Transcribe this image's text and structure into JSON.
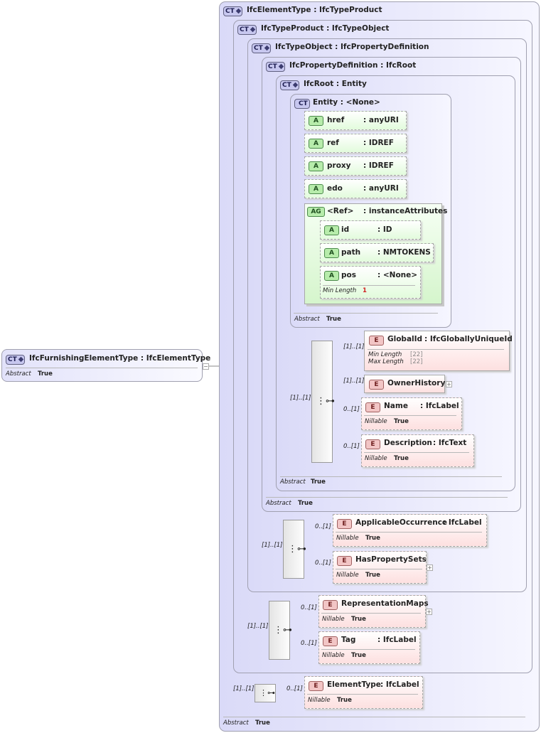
{
  "root": {
    "badge": "CT",
    "label": "IfcFurnishingElementType : IfcElementType",
    "abstract_label": "Abstract",
    "abstract_value": "True",
    "collapse": "−"
  },
  "types": [
    {
      "badge": "CT",
      "label": "IfcElementType : IfcTypeProduct",
      "abstract_label": "Abstract",
      "abstract_value": "True"
    },
    {
      "badge": "CT",
      "label": "IfcTypeProduct : IfcTypeObject"
    },
    {
      "badge": "CT",
      "label": "IfcTypeObject : IfcPropertyDefinition"
    },
    {
      "badge": "CT",
      "label": "IfcPropertyDefinition : IfcRoot",
      "abstract_label": "Abstract",
      "abstract_value": "True"
    },
    {
      "badge": "CT",
      "label": "IfcRoot   : Entity",
      "abstract_label": "Abstract",
      "abstract_value": "True"
    },
    {
      "badge": "CT",
      "label": "Entity     : <None>",
      "abstract_label": "Abstract",
      "abstract_value": "True"
    }
  ],
  "attributes": [
    {
      "tag": "A",
      "name": "href",
      "type": ": anyURI"
    },
    {
      "tag": "A",
      "name": "ref",
      "type": ": IDREF"
    },
    {
      "tag": "A",
      "name": "proxy",
      "type": ": IDREF"
    },
    {
      "tag": "A",
      "name": "edo",
      "type": ": anyURI"
    }
  ],
  "attribute_group": {
    "tag": "AG",
    "name": "<Ref>",
    "type": ": instanceAttributes",
    "items": [
      {
        "tag": "A",
        "name": "id",
        "type": ": ID"
      },
      {
        "tag": "A",
        "name": "path",
        "type": ": NMTOKENS"
      },
      {
        "tag": "A",
        "name": "pos",
        "type": ": <None>",
        "facet_label": "Min Length",
        "facet_value": "1"
      }
    ]
  },
  "ifcroot_elements": {
    "seq_occ": "[1]..[1]",
    "items": [
      {
        "tag": "E",
        "name": "GlobalId",
        "type": ": IfcGloballyUniqueId",
        "occ": "[1]..[1]",
        "facets": [
          {
            "label": "Min Length",
            "value": "[22]"
          },
          {
            "label": "Max Length",
            "value": "[22]"
          }
        ]
      },
      {
        "tag": "E",
        "name": "OwnerHistory",
        "type": "",
        "occ": "[1]..[1]",
        "expand": "+"
      },
      {
        "tag": "E",
        "name": "Name",
        "type": ": IfcLabel",
        "occ": "0..[1]",
        "nillable_label": "Nillable",
        "nillable_value": "True"
      },
      {
        "tag": "E",
        "name": "Description",
        "type": ": IfcText",
        "occ": "0..[1]",
        "nillable_label": "Nillable",
        "nillable_value": "True"
      }
    ]
  },
  "typeobject_elements": {
    "seq_occ": "[1]..[1]",
    "items": [
      {
        "tag": "E",
        "name": "ApplicableOccurrence",
        "type": ": IfcLabel",
        "occ": "0..[1]",
        "nillable_label": "Nillable",
        "nillable_value": "True"
      },
      {
        "tag": "E",
        "name": "HasPropertySets",
        "type": "",
        "occ": "0..[1]",
        "nillable_label": "Nillable",
        "nillable_value": "True",
        "expand": "+"
      }
    ]
  },
  "typeproduct_elements": {
    "seq_occ": "[1]..[1]",
    "items": [
      {
        "tag": "E",
        "name": "RepresentationMaps",
        "type": "",
        "occ": "0..[1]",
        "nillable_label": "Nillable",
        "nillable_value": "True",
        "expand": "+"
      },
      {
        "tag": "E",
        "name": "Tag",
        "type": ": IfcLabel",
        "occ": "0..[1]",
        "nillable_label": "Nillable",
        "nillable_value": "True"
      }
    ]
  },
  "elementtype_elements": {
    "seq_occ": "[1]..[1]",
    "items": [
      {
        "tag": "E",
        "name": "ElementType",
        "type": ": IfcLabel",
        "occ": "0..[1]",
        "nillable_label": "Nillable",
        "nillable_value": "True"
      }
    ]
  },
  "icons": {
    "complex_type": "complex-type-icon",
    "sequence": "sequence-icon",
    "expand": "expand-icon",
    "collapse": "collapse-icon"
  },
  "colors": {
    "complex_type_bg": "#dadaf8",
    "element_bg": "#fde0e0",
    "attribute_bg": "#e2fbdc",
    "sequence_bg": "#f0f0f0",
    "occ_max": "#d02020"
  }
}
